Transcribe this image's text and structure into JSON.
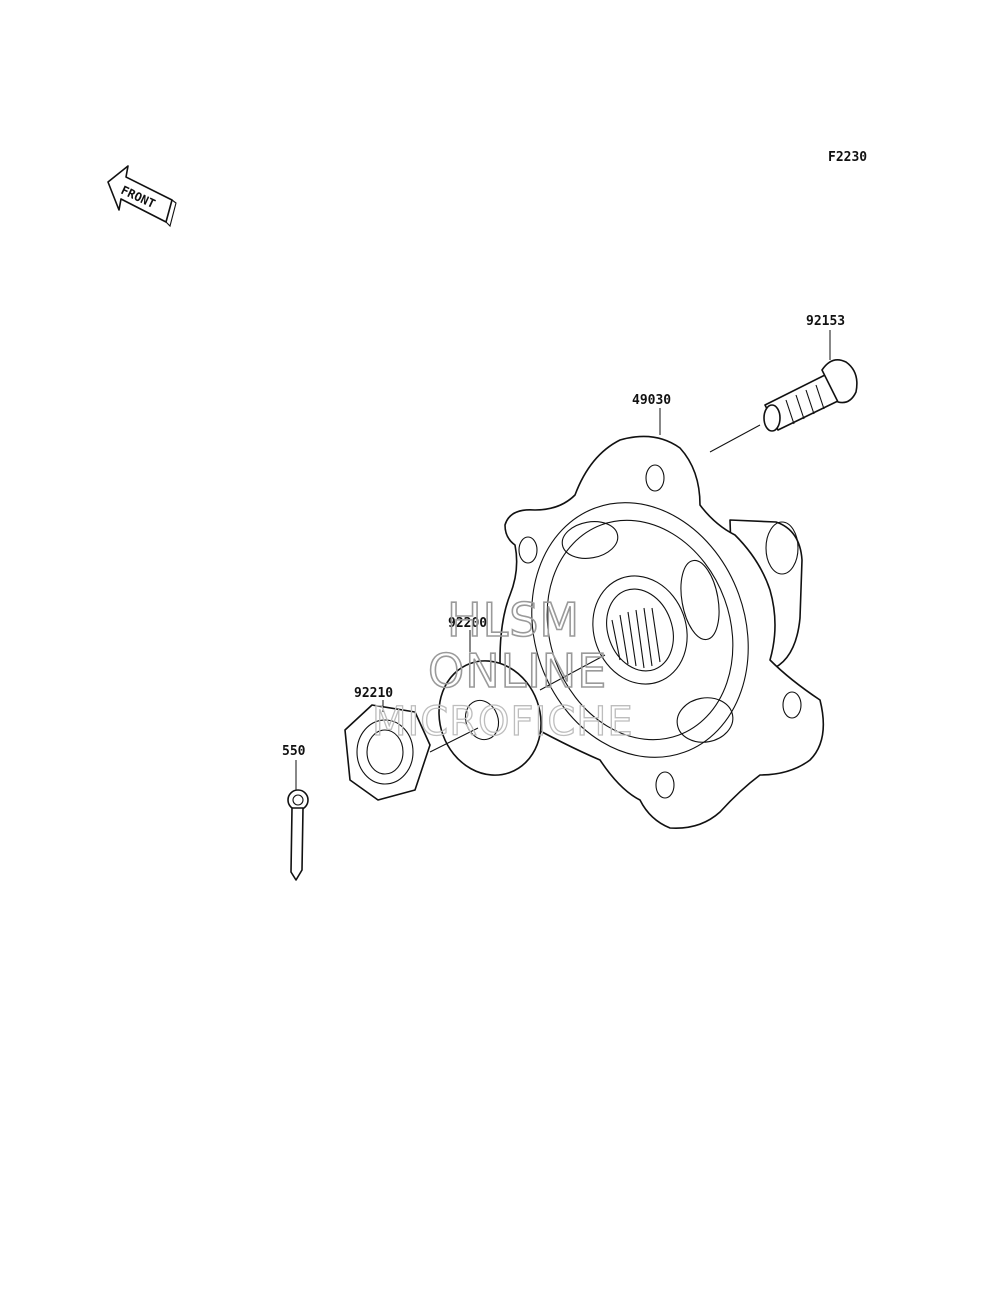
{
  "figure_code": "F2230",
  "front_label": "FRONT",
  "parts": [
    {
      "number": "92153"
    },
    {
      "number": "49030"
    },
    {
      "number": "92200"
    },
    {
      "number": "92210"
    },
    {
      "number": "550"
    }
  ],
  "watermark": {
    "line1": "HLSM",
    "line2": "ONLINE",
    "line3": "MICROFICHE"
  }
}
